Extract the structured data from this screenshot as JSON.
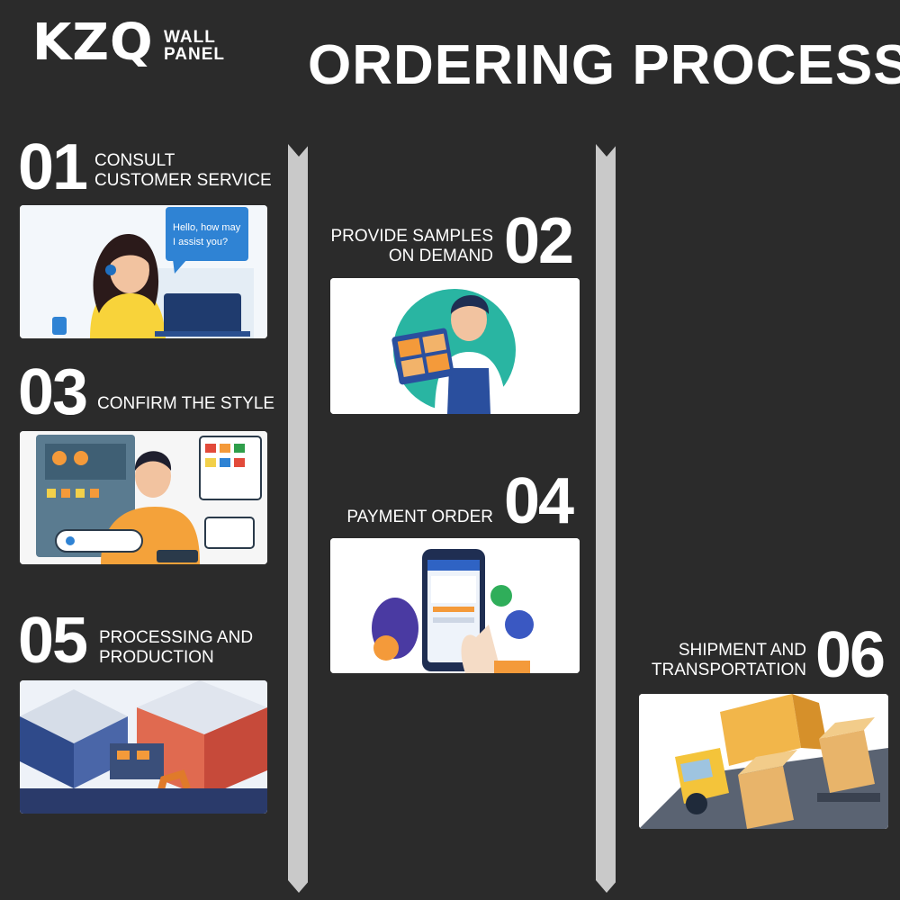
{
  "brand": {
    "mark": "KZQ",
    "line1": "WALL",
    "line2": "PANEL"
  },
  "title": "ORDERING PROCESS",
  "steps": [
    {
      "num": "01",
      "line1": "CONSULT",
      "line2": "CUSTOMER SERVICE",
      "bubble1": "Hello, how may",
      "bubble2": "I assist you?"
    },
    {
      "num": "02",
      "line1": "PROVIDE SAMPLES",
      "line2": "ON DEMAND"
    },
    {
      "num": "03",
      "line1": "CONFIRM THE STYLE"
    },
    {
      "num": "04",
      "line1": "PAYMENT ORDER"
    },
    {
      "num": "05",
      "line1": "PROCESSING AND",
      "line2": "PRODUCTION"
    },
    {
      "num": "06",
      "line1": "SHIPMENT AND",
      "line2": "TRANSPORTATION"
    }
  ],
  "colors": {
    "background": "#2b2b2b",
    "text": "#ffffff",
    "rail": "#c9c9c9",
    "card": "#ffffff"
  }
}
